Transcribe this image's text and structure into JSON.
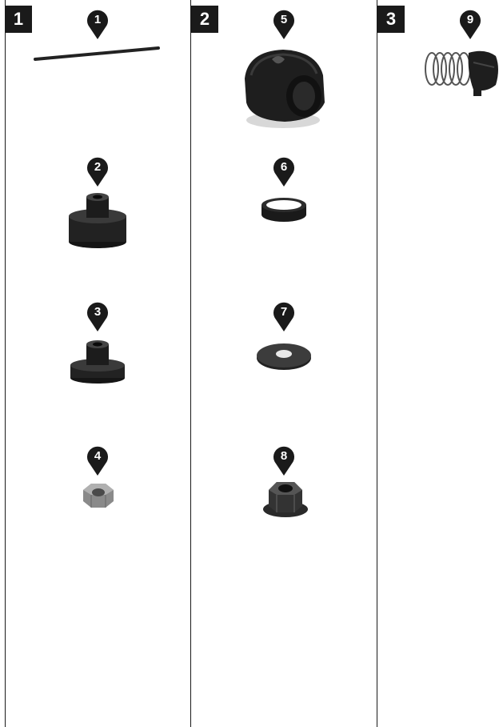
{
  "sections": [
    {
      "number": "1"
    },
    {
      "number": "2"
    },
    {
      "number": "3"
    }
  ],
  "parts": [
    {
      "number": "1",
      "icon": "rod-icon"
    },
    {
      "number": "2",
      "icon": "tall-bushing-icon"
    },
    {
      "number": "3",
      "icon": "short-bushing-icon"
    },
    {
      "number": "4",
      "icon": "hex-nut-icon"
    },
    {
      "number": "5",
      "icon": "grommet-cap-icon"
    },
    {
      "number": "6",
      "icon": "ring-icon"
    },
    {
      "number": "7",
      "icon": "washer-icon"
    },
    {
      "number": "8",
      "icon": "flange-nut-icon"
    },
    {
      "number": "9",
      "icon": "spring-cap-icon"
    }
  ]
}
